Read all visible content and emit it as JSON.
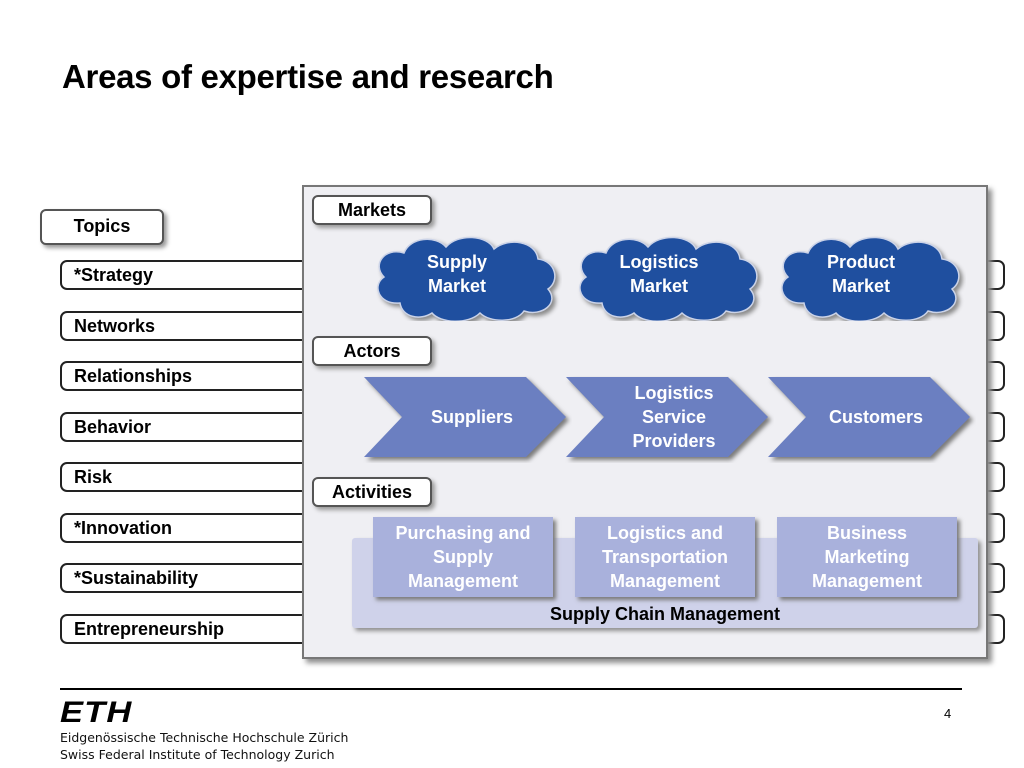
{
  "title": "Areas of expertise and research",
  "topics": {
    "label": "Topics",
    "items": [
      "*Strategy",
      "Networks",
      "Relationships",
      "Behavior",
      "Risk",
      "*Innovation",
      "*Sustainability",
      "Entrepreneurship"
    ]
  },
  "markets": {
    "label": "Markets",
    "items": [
      {
        "line1": "Supply",
        "line2": "Market"
      },
      {
        "line1": "Logistics",
        "line2": "Market"
      },
      {
        "line1": "Product",
        "line2": "Market"
      }
    ]
  },
  "actors": {
    "label": "Actors",
    "items": [
      {
        "lines": [
          "Suppliers"
        ]
      },
      {
        "lines": [
          "Logistics",
          "Service",
          "Providers"
        ]
      },
      {
        "lines": [
          "Customers"
        ]
      }
    ]
  },
  "activities": {
    "label": "Activities",
    "items": [
      {
        "lines": [
          "Purchasing and",
          "Supply",
          "Management"
        ]
      },
      {
        "lines": [
          "Logistics and",
          "Transportation",
          "Management"
        ]
      },
      {
        "lines": [
          "Business",
          "Marketing",
          "Management"
        ]
      }
    ],
    "umbrella": "Supply Chain Management"
  },
  "footer": {
    "logo": "ETH",
    "line1": "Eidgenössische Technische Hochschule Zürich",
    "line2": "Swiss Federal Institute of Technology Zurich",
    "page": "4"
  },
  "colors": {
    "cloud": "#1f4f9f",
    "chevron": "#6b7fc1",
    "activity": "#a9b1dc",
    "scm_bar": "#cfd2ea",
    "panel": "#efeff3"
  }
}
